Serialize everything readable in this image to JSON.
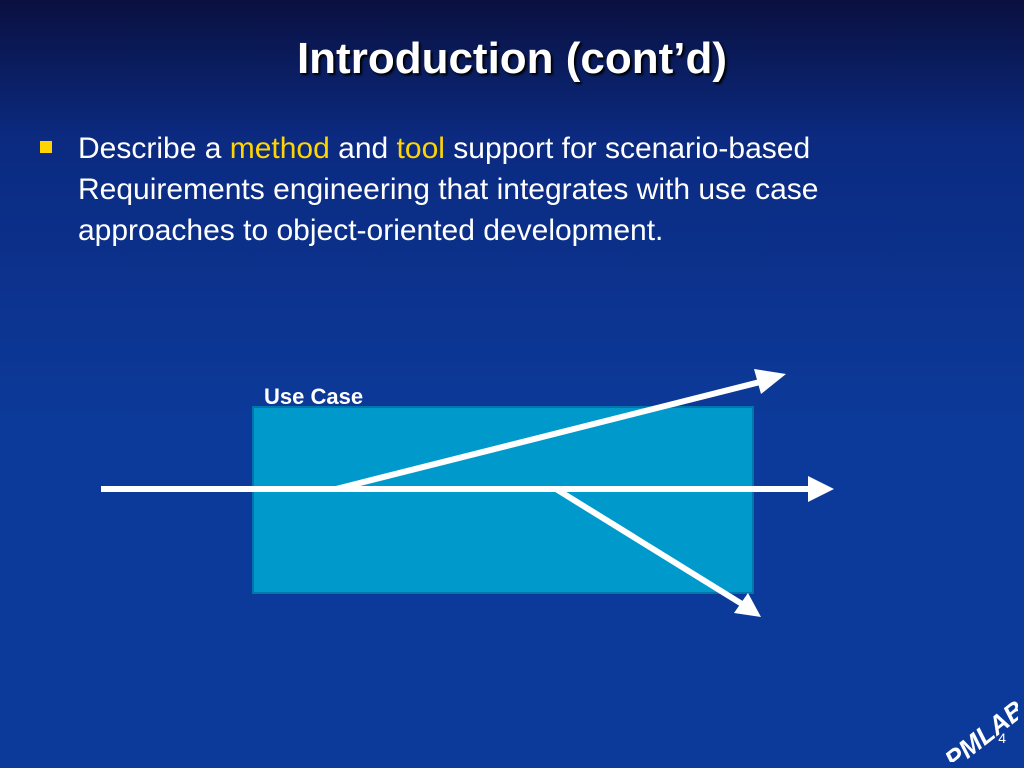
{
  "slide": {
    "title": "Introduction (cont’d)",
    "page_number": "4"
  },
  "bullet": {
    "part1": "Describe a ",
    "highlight1": "method",
    "part2": " and ",
    "highlight2": "tool",
    "part3": " support for scenario-based Requirements engineering that integrates with use case approaches to object-oriented development."
  },
  "diagram": {
    "box_label": "Use Case",
    "box_color": "#0099cc",
    "arrow_color": "#ffffff"
  },
  "logo": {
    "text": "PMLAB"
  },
  "colors": {
    "highlight": "#ffd400",
    "text": "#ffffff",
    "background": "#0c3a9a"
  }
}
